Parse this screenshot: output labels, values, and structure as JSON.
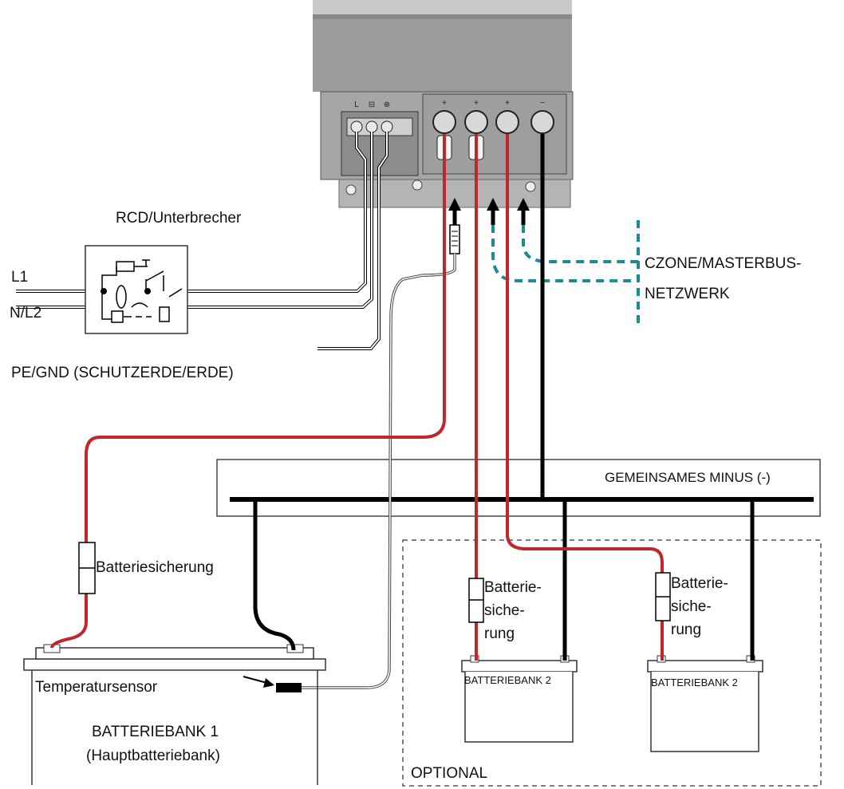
{
  "labels": {
    "rcd": "RCD/Unterbrecher",
    "l1": "L1",
    "nl2": "N/L2",
    "pe": "PE/GND (SCHUTZERDE/ERDE)",
    "network": "CZONE/MASTERBUS-\nNETZWERK",
    "common_minus": "GEMEINSAMES MINUS (-)",
    "main_fuse": "Batteriesicherung",
    "fuse_2": "Batterie-\nsiche-\nrung",
    "fuse_3": "Batterie-\nsiche-\nrung",
    "temp_sensor": "Temperatursensor",
    "bank1": "BATTERIEBANK 1",
    "bank1_sub": "(Hauptbatteriebank)",
    "bank2a": "BATTERIEBANK 2",
    "bank2b": "BATTERIEBANK 2",
    "optional": "OPTIONAL"
  },
  "terminal_symbols": [
    "L",
    "⊟",
    "⊕",
    "+",
    "+",
    "+",
    "−"
  ],
  "colors": {
    "positive_wire": "#c0272d",
    "negative_wire": "#000000",
    "network_line": "#1e8a96",
    "device_body": "#9a9a9a",
    "device_panel": "#a8a8a8"
  }
}
